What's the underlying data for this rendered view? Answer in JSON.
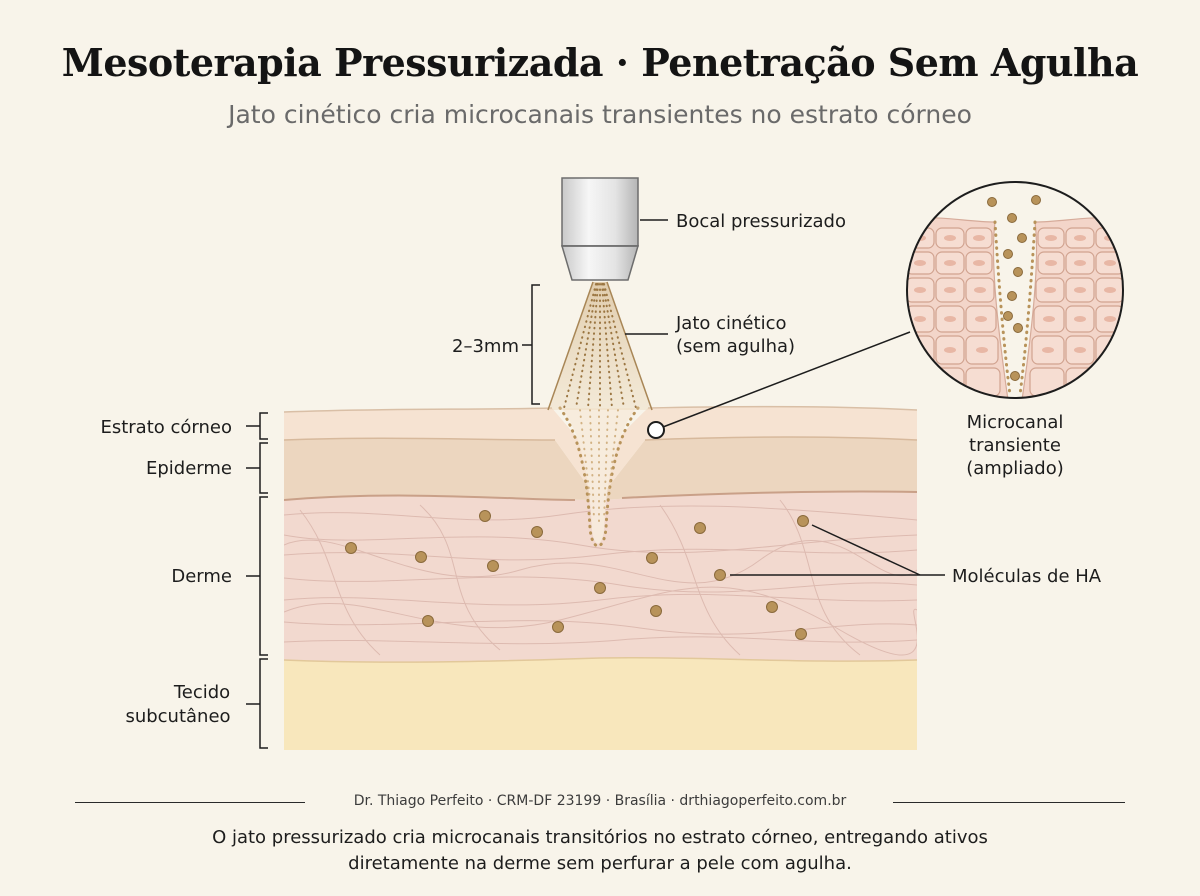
{
  "title": "Mesoterapia Pressurizada · Penetração Sem Agulha",
  "subtitle": "Jato cinético cria microcanais transientes no estrato córneo",
  "labels": {
    "nozzle": "Bocal pressurizado",
    "jet_line1": "Jato cinético",
    "jet_line2": "(sem agulha)",
    "distance": "2–3mm",
    "stratum_corneum": "Estrato córneo",
    "epidermis": "Epiderme",
    "dermis": "Derme",
    "subcutaneous_line1": "Tecido",
    "subcutaneous_line2": "subcutâneo",
    "microchannel_line1": "Microcanal",
    "microchannel_line2": "transiente",
    "microchannel_line3": "(ampliado)",
    "ha_molecules": "Moléculas de HA"
  },
  "credit": "Dr. Thiago Perfeito · CRM-DF 23199 · Brasília · drthiagoperfeito.com.br",
  "caption_line1": "O jato pressurizado cria microcanais transitórios no estrato córneo, entregando ativos",
  "caption_line2": "diretamente na derme sem perfurar a pele com agulha.",
  "colors": {
    "background": "#f8f4ea",
    "stratum_corneum": "#f6e3d2",
    "epidermis": "#ecd6bf",
    "dermis": "#f2d9cf",
    "subcutaneous": "#f8e7bc",
    "molecule": "#b8935a",
    "jet": "#c9a46f"
  }
}
